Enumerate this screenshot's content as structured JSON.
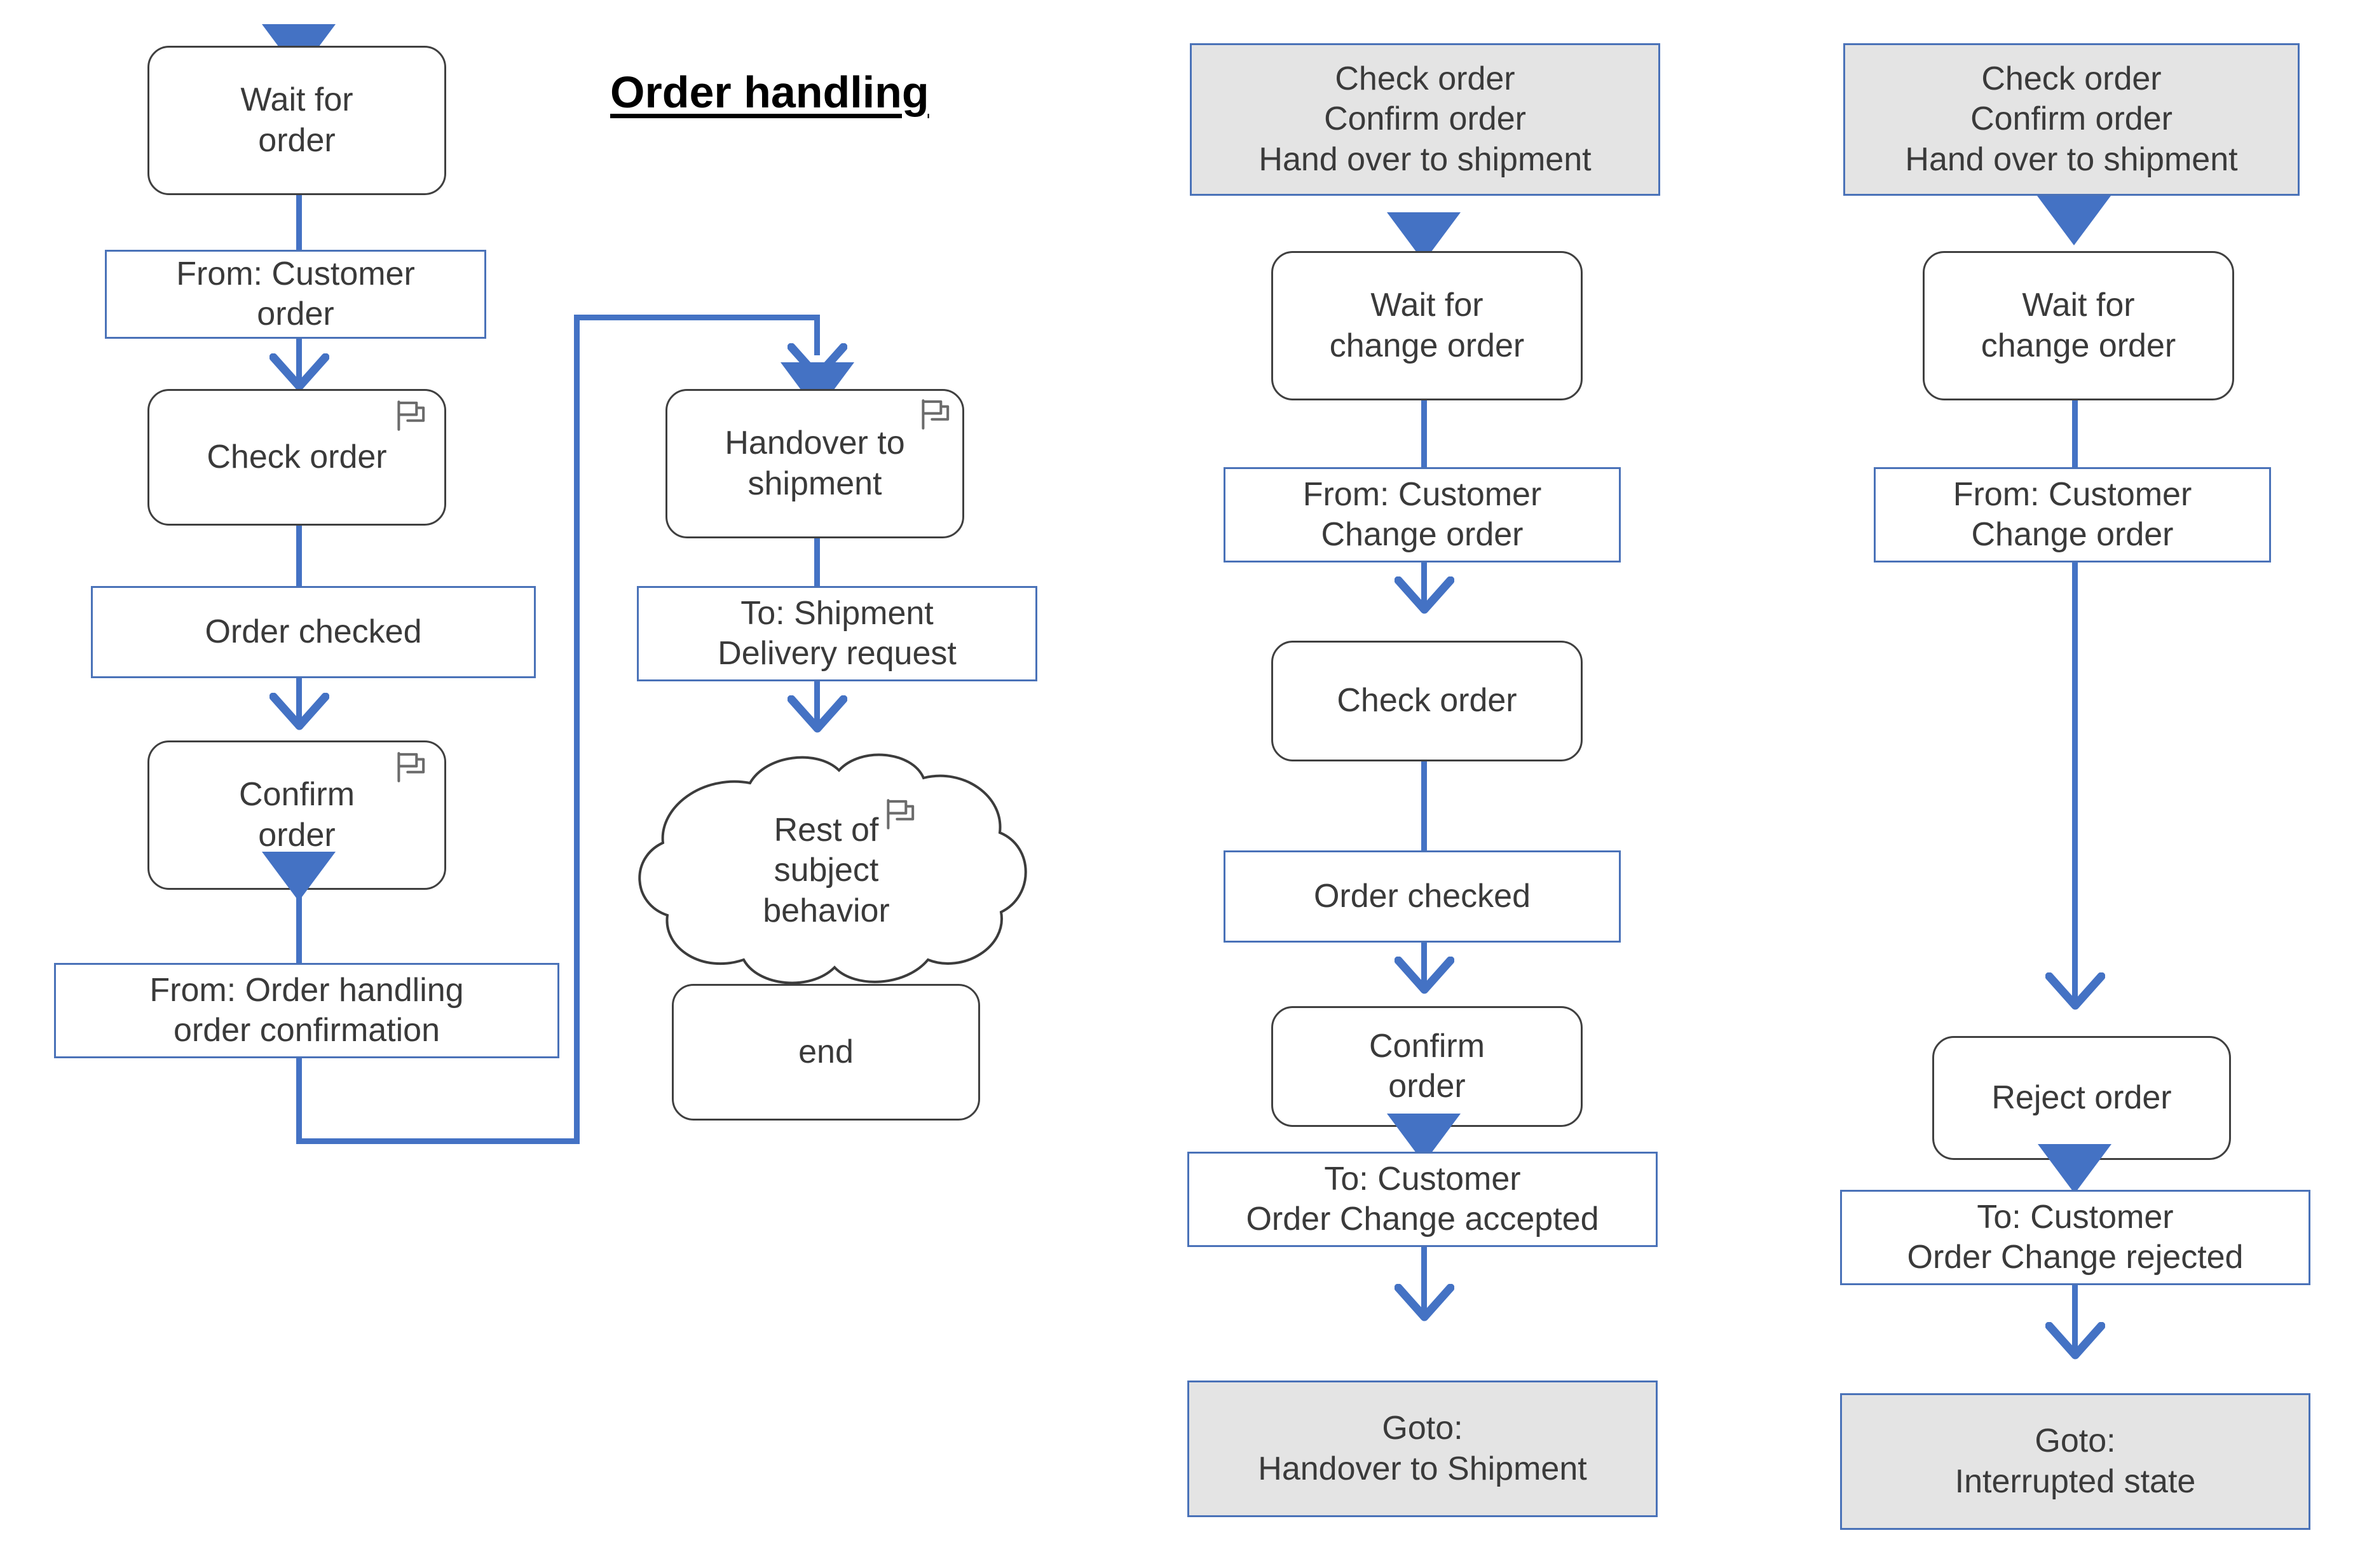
{
  "diagram": {
    "title": "Order handling",
    "accent_blue": "#4472C4",
    "outline_blue": "#4A72B8",
    "grey_fill": "#E4E4E4",
    "node_outline": "#404040"
  },
  "columns": [
    {
      "id": "main-behavior",
      "name": "Order handling main behavior",
      "nodes": [
        {
          "id": "wait-for-order",
          "kind": "state",
          "label": "Wait for\norder"
        },
        {
          "id": "from-customer-order",
          "kind": "message",
          "label": "From: Customer\norder"
        },
        {
          "id": "check-order",
          "kind": "state",
          "label": "Check order",
          "marker": "behavior-flag"
        },
        {
          "id": "order-checked",
          "kind": "message",
          "label": "Order checked"
        },
        {
          "id": "confirm-order",
          "kind": "state",
          "label": "Confirm\norder",
          "marker": "behavior-flag"
        },
        {
          "id": "from-order-handling",
          "kind": "message",
          "label": "From: Order handling\norder confirmation"
        },
        {
          "id": "handover-to-shipment",
          "kind": "state",
          "label": "Handover to\nshipment",
          "marker": "behavior-flag"
        },
        {
          "id": "to-shipment",
          "kind": "message",
          "label": "To: Shipment\nDelivery request"
        },
        {
          "id": "rest-of-subject",
          "kind": "cloud",
          "label": "Rest of\nsubject\nbehavior",
          "marker": "behavior-flag"
        },
        {
          "id": "end",
          "kind": "state",
          "label": "end"
        }
      ]
    },
    {
      "id": "change-order-accepted",
      "name": "Change order accepted branch",
      "nodes": [
        {
          "id": "ref-interrupt-1",
          "kind": "reference",
          "label": "Check order\nConfirm order\nHand over to shipment"
        },
        {
          "id": "wait-change-order-1",
          "kind": "state",
          "label": "Wait for\nchange order"
        },
        {
          "id": "from-customer-chg-1",
          "kind": "message",
          "label": "From: Customer\nChange order"
        },
        {
          "id": "check-order-2",
          "kind": "state",
          "label": "Check order"
        },
        {
          "id": "order-checked-2",
          "kind": "message",
          "label": "Order checked"
        },
        {
          "id": "confirm-order-2",
          "kind": "state",
          "label": "Confirm\norder"
        },
        {
          "id": "to-customer-accepted",
          "kind": "message",
          "label": "To:  Customer\nOrder Change accepted"
        },
        {
          "id": "goto-handover",
          "kind": "reference",
          "label": "Goto:\nHandover to Shipment"
        }
      ]
    },
    {
      "id": "change-order-rejected",
      "name": "Change order rejected branch",
      "nodes": [
        {
          "id": "ref-interrupt-2",
          "kind": "reference",
          "label": "Check order\nConfirm order\nHand over to shipment"
        },
        {
          "id": "wait-change-order-2",
          "kind": "state",
          "label": "Wait for\nchange order"
        },
        {
          "id": "from-customer-chg-2",
          "kind": "message",
          "label": "From: Customer\nChange order"
        },
        {
          "id": "reject-order",
          "kind": "state",
          "label": "Reject order"
        },
        {
          "id": "to-customer-rejected",
          "kind": "message",
          "label": "To:  Customer\nOrder Change rejected"
        },
        {
          "id": "goto-interrupted",
          "kind": "reference",
          "label": "Goto:\nInterrupted state"
        }
      ]
    }
  ],
  "labels": {
    "wait_for_order": "Wait for\norder",
    "from_customer_order": "From: Customer\norder",
    "check_order": "Check order",
    "order_checked": "Order checked",
    "confirm_order": "Confirm\norder",
    "from_order_handling": "From: Order handling\norder confirmation",
    "handover_to_shipment": "Handover to\nshipment",
    "to_shipment": "To: Shipment\nDelivery request",
    "rest_of_subject_behavior": "Rest of\nsubject\nbehavior",
    "end": "end",
    "ref_interrupt": "Check order\nConfirm order\nHand over to shipment",
    "wait_for_change_order": "Wait for\nchange order",
    "from_customer_change_order": "From: Customer\nChange order",
    "confirm_order_2": "Confirm\norder",
    "to_customer_order_change_accepted": "To:  Customer\nOrder Change accepted",
    "goto_handover_to_shipment": "Goto:\nHandover to Shipment",
    "reject_order": "Reject order",
    "to_customer_order_change_rejected": "To:  Customer\nOrder Change rejected",
    "goto_interrupted_state": "Goto:\nInterrupted state"
  }
}
